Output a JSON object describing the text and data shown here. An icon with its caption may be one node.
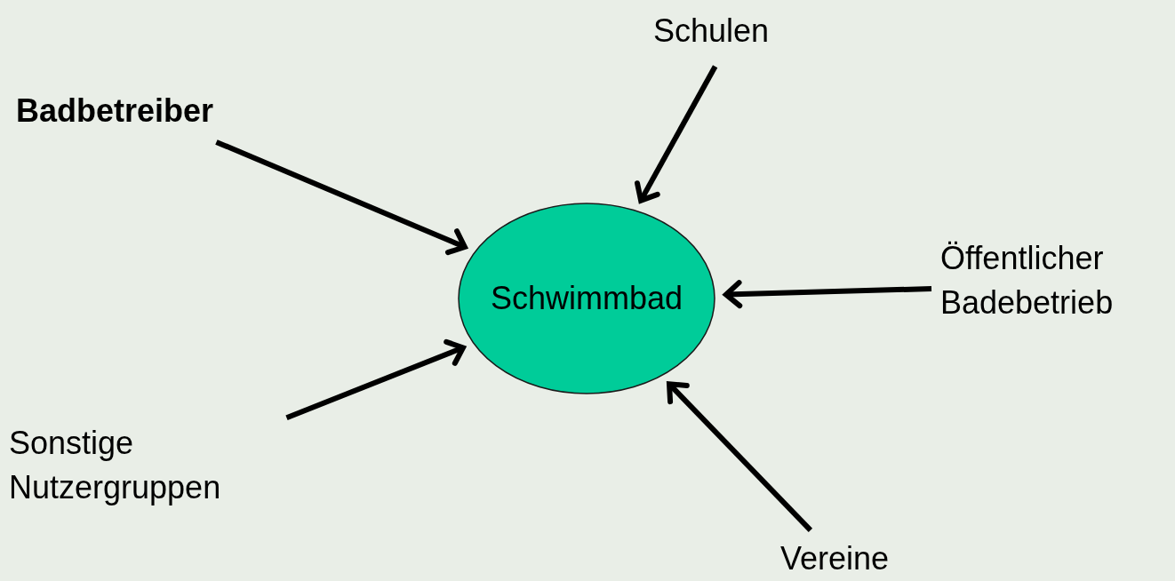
{
  "diagram": {
    "nodes": [
      {
        "text": [
          "Schwimmbad"
        ]
      },
      {
        "text": [
          "Badbetreiber"
        ]
      },
      {
        "text": [
          "Schulen"
        ]
      },
      {
        "text": [
          "Öffentlicher Badebetrieb"
        ]
      },
      {
        "text": [
          "Sonstige Nutzergruppen"
        ]
      },
      {
        "text": [
          "Vereine"
        ]
      }
    ],
    "edges": [
      {
        "from": 1,
        "to": 0,
        "arrow": "to"
      },
      {
        "from": 2,
        "to": 0,
        "arrow": "to"
      },
      {
        "from": 3,
        "to": 0,
        "arrow": "to"
      },
      {
        "from": 4,
        "to": 0,
        "arrow": "to"
      },
      {
        "from": 5,
        "to": 0,
        "arrow": "to"
      }
    ]
  }
}
